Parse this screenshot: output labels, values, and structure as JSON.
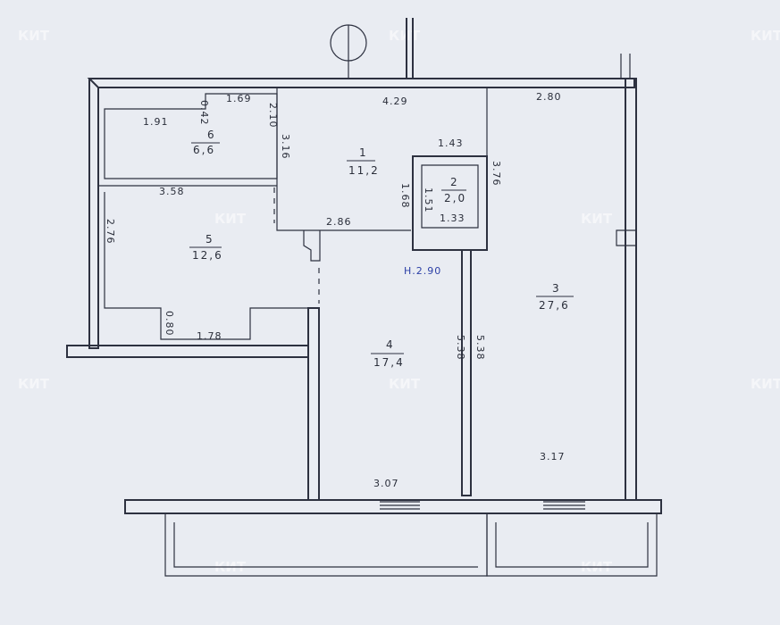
{
  "watermark": {
    "text": "КИТ",
    "color": "#ffffff"
  },
  "colors": {
    "paper": "#e9ecf2",
    "ink": "#2d3140",
    "blue_ink": "#2b3fa6"
  },
  "rooms": [
    {
      "number": "1",
      "area": "11,2"
    },
    {
      "number": "2",
      "area": "2,0"
    },
    {
      "number": "3",
      "area": "27,6"
    },
    {
      "number": "4",
      "area": "17,4"
    },
    {
      "number": "5",
      "area": "12,6"
    },
    {
      "number": "6",
      "area": "6,6"
    }
  ],
  "dimensions": {
    "d1": "1.69",
    "d2": "0.42",
    "d3": "4.29",
    "d4": "2.80",
    "d5": "1.91",
    "d6": "2.10",
    "d7": "3.16",
    "d8": "1.43",
    "d9": "3.76",
    "d10": "1.68",
    "d11": "1.51",
    "d12": "1.33",
    "d13": "3.58",
    "d14": "2.76",
    "d15": "2.86",
    "d16": "0.80",
    "d17": "1.78",
    "d18": "5.38",
    "d19": "5.38",
    "d20": "3.07",
    "d21": "3.17"
  },
  "ceiling_height": "Н.2.90"
}
